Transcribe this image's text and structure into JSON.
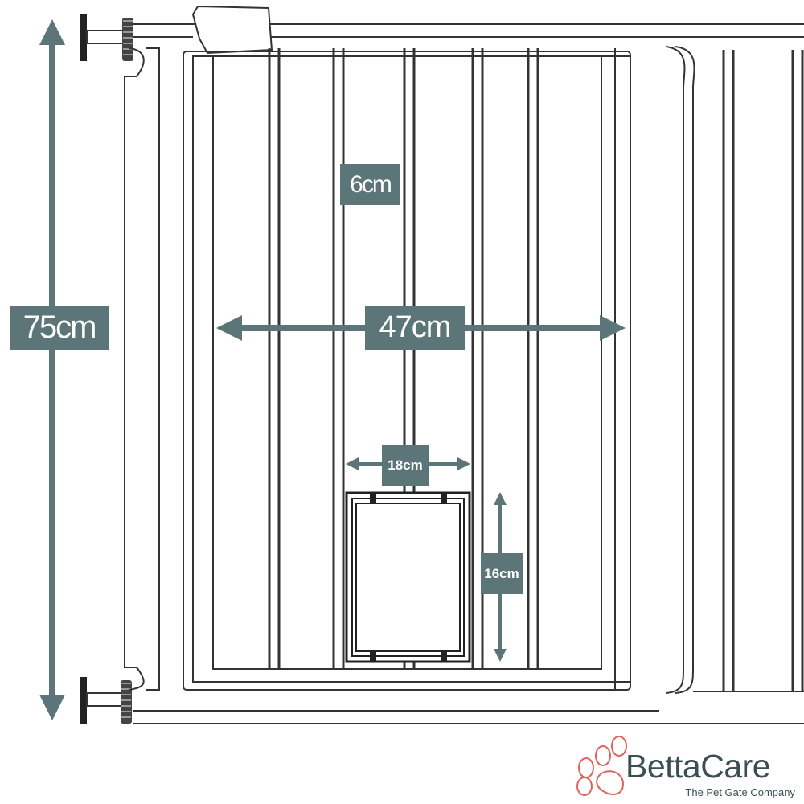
{
  "dimensions": {
    "height": "75cm",
    "width": "47cm",
    "bar_spacing": "6cm",
    "door_width": "18cm",
    "door_height": "16cm"
  },
  "brand": {
    "name": "BettaCare",
    "tagline": "The Pet Gate Company",
    "accent_color": "#e0625a",
    "text_color": "#3b4f53"
  },
  "label_color": "#5b7578"
}
